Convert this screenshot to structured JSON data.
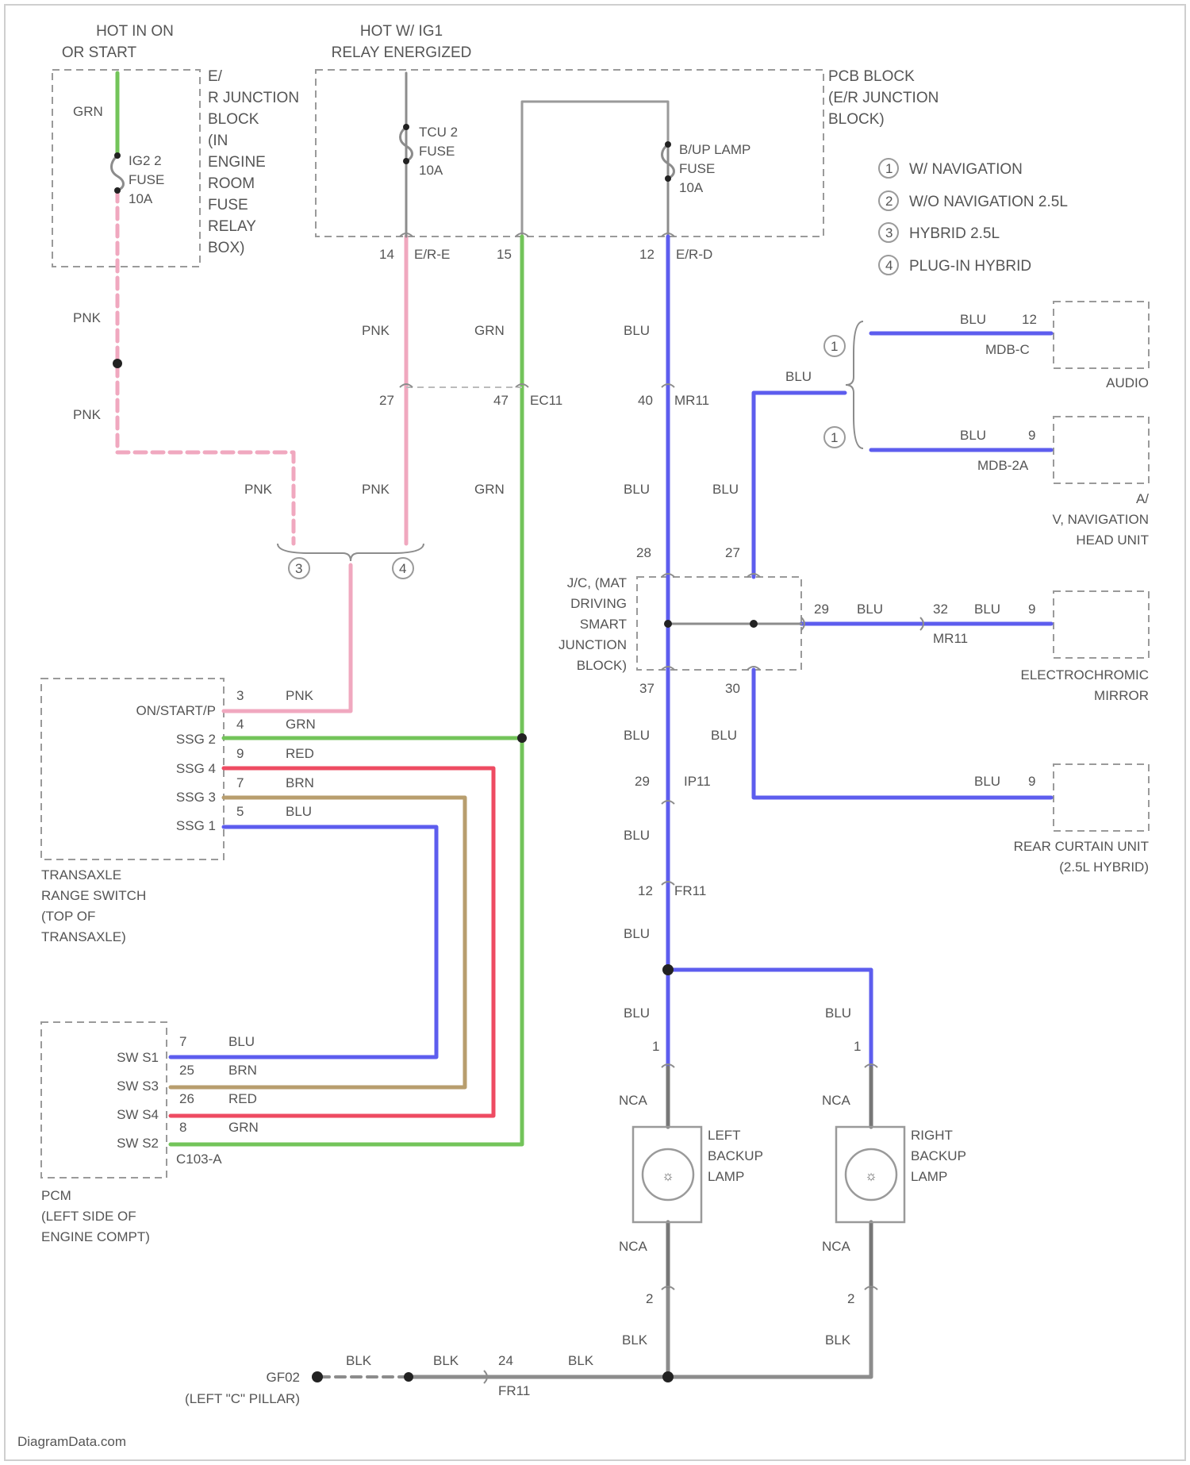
{
  "top_labels": {
    "hot_on_start_1": "HOT IN ON",
    "hot_on_start_2": "OR START",
    "hot_relay_1": "HOT W/ IG1",
    "hot_relay_2": "RELAY ENERGIZED"
  },
  "junction_block_lines": [
    "E/",
    "R JUNCTION",
    "BLOCK",
    "(IN",
    "ENGINE",
    "ROOM",
    "FUSE",
    "RELAY",
    "BOX)"
  ],
  "pcb_block_lines": [
    "PCB BLOCK",
    "(E/R JUNCTION",
    "BLOCK)"
  ],
  "fuses": {
    "ig2": [
      "IG2 2",
      "FUSE",
      "10A"
    ],
    "tcu": [
      "TCU 2",
      "FUSE",
      "10A"
    ],
    "bup": [
      "B/UP LAMP",
      "FUSE",
      "10A"
    ]
  },
  "legend": [
    {
      "num": "1",
      "text": "W/ NAVIGATION"
    },
    {
      "num": "2",
      "text": "W/O NAVIGATION 2.5L"
    },
    {
      "num": "3",
      "text": "HYBRID 2.5L"
    },
    {
      "num": "4",
      "text": "PLUG-IN HYBRID"
    }
  ],
  "connectors": {
    "er_e": "E/R-E",
    "er_d": "E/R-D",
    "ec11": "EC11",
    "mr11": "MR11",
    "ip11": "IP11",
    "fr11": "FR11",
    "mdb_c": "MDB-C",
    "mdb_2a": "MDB-2A",
    "c103a": "C103-A"
  },
  "pins": {
    "p14": "14",
    "p15": "15",
    "p12": "12",
    "p27a": "27",
    "p47": "47",
    "p40": "40",
    "p28": "28",
    "p27b": "27",
    "p37": "37",
    "p30": "30",
    "p29": "29",
    "p12b": "12",
    "p12c": "12",
    "p9a": "9",
    "p32": "32",
    "p9b": "9",
    "p9c": "9",
    "p1a": "1",
    "p1b": "1",
    "p2a": "2",
    "p2b": "2",
    "p24": "24"
  },
  "wire_colors": {
    "grn": "GRN",
    "pnk": "PNK",
    "blu": "BLU",
    "red": "RED",
    "brn": "BRN",
    "nca": "NCA",
    "blk": "BLK"
  },
  "components": {
    "audio": "AUDIO",
    "av_nav_1": "A/",
    "av_nav_2": "V, NAVIGATION",
    "av_nav_3": "HEAD UNIT",
    "ec_mirror_1": "ELECTROCHROMIC",
    "ec_mirror_2": "MIRROR",
    "rear_curtain_1": "REAR CURTAIN UNIT",
    "rear_curtain_2": "(2.5L HYBRID)",
    "smart_jb": [
      "J/C, (MAT",
      "DRIVING",
      "SMART",
      "JUNCTION",
      "BLOCK)"
    ],
    "left_lamp": [
      "LEFT",
      "BACKUP",
      "LAMP"
    ],
    "right_lamp": [
      "RIGHT",
      "BACKUP",
      "LAMP"
    ],
    "transaxle": [
      "TRANSAXLE",
      "RANGE SWITCH",
      "(TOP OF",
      "TRANSAXLE)"
    ],
    "pcm": [
      "PCM",
      "(LEFT SIDE OF",
      "ENGINE COMPT)"
    ],
    "ground_1": "GF02",
    "ground_2": "(LEFT \"C\" PILLAR)"
  },
  "range_switch_pins": [
    {
      "name": "ON/START/P",
      "pin": "3",
      "color": "PNK"
    },
    {
      "name": "SSG 2",
      "pin": "4",
      "color": "GRN"
    },
    {
      "name": "SSG 4",
      "pin": "9",
      "color": "RED"
    },
    {
      "name": "SSG 3",
      "pin": "7",
      "color": "BRN"
    },
    {
      "name": "SSG 1",
      "pin": "5",
      "color": "BLU"
    }
  ],
  "pcm_pins": [
    {
      "name": "SW S1",
      "pin": "7",
      "color": "BLU"
    },
    {
      "name": "SW S3",
      "pin": "25",
      "color": "BRN"
    },
    {
      "name": "SW S4",
      "pin": "26",
      "color": "RED"
    },
    {
      "name": "SW S2",
      "pin": "8",
      "color": "GRN"
    }
  ],
  "watermark": "DiagramData.com",
  "colors": {
    "green": "#73c45a",
    "pink": "#f0a8bf",
    "blue": "#5d5dee",
    "red": "#ee4b62",
    "brown": "#b89e6e",
    "gray": "#8c8c8c",
    "dark": "#6e6e6e"
  }
}
